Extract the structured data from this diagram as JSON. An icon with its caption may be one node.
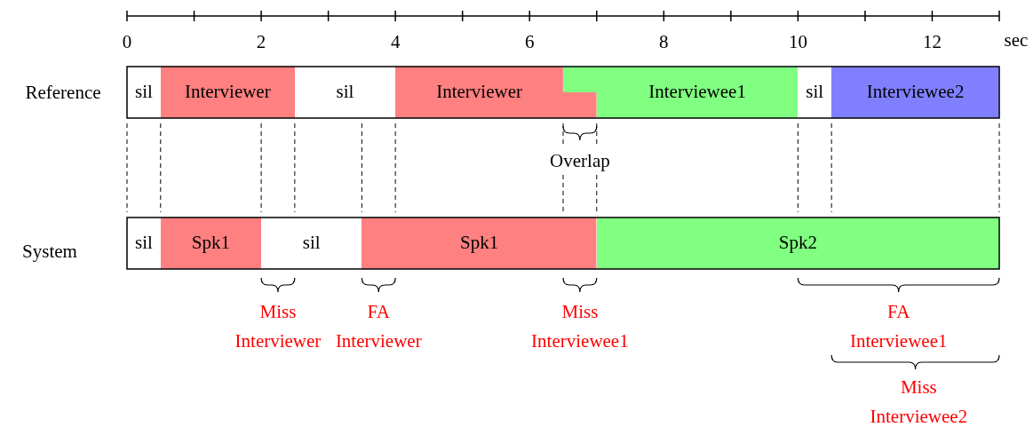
{
  "diagram": {
    "nodes": [
      {
        "text": [
          "sil"
        ]
      },
      {
        "text": [
          "Interviewer"
        ]
      },
      {
        "text": [
          "sil"
        ]
      },
      {
        "text": [
          "Interviewer"
        ]
      },
      {
        "text": [
          "Interviewee1"
        ]
      },
      {
        "text": [
          "sil"
        ]
      },
      {
        "text": [
          "Interviewee2"
        ]
      },
      {
        "text": [
          "sil"
        ]
      },
      {
        "text": [
          "Spk1"
        ]
      },
      {
        "text": [
          "sil"
        ]
      },
      {
        "text": [
          "Spk1"
        ]
      },
      {
        "text": [
          "Spk2"
        ]
      }
    ],
    "edges": [],
    "labels": [
      "0",
      "2",
      "4",
      "6",
      "8",
      "10",
      "12",
      "sec",
      "Reference",
      "System",
      "Overlap",
      "Miss Interviewer",
      "FA Interviewer",
      "Miss Interviewee1",
      "FA Interviewee1",
      "Miss Interviewee2"
    ]
  }
}
